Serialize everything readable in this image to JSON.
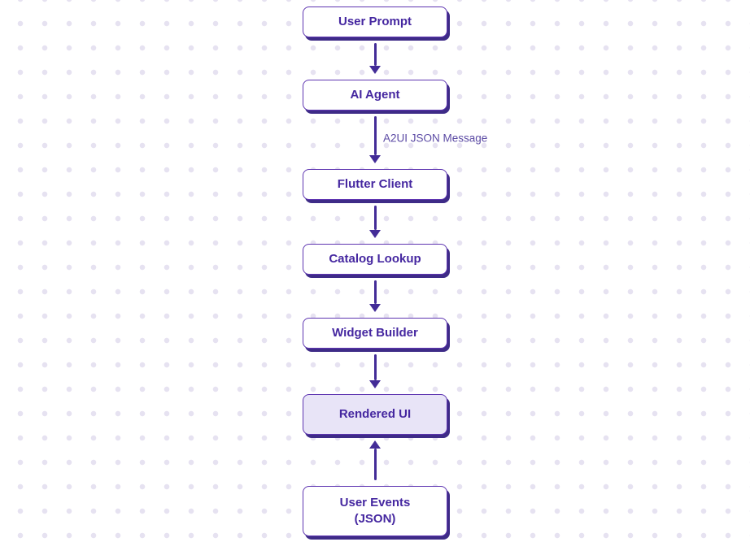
{
  "nodes": [
    {
      "label": "User Prompt"
    },
    {
      "label": "AI Agent"
    },
    {
      "label": "Flutter Client"
    },
    {
      "label": "Catalog Lookup"
    },
    {
      "label": "Widget Builder"
    },
    {
      "label": "Rendered UI"
    },
    {
      "label": "User Events\n(JSON)"
    }
  ],
  "edge_labels": {
    "a2ui": "A2UI JSON Message"
  },
  "colors": {
    "node_border": "#5e35b1",
    "node_text": "#4527a0",
    "node_shadow": "#3e2b87",
    "highlight_fill": "#e8e4f7",
    "arrow": "#432c97",
    "edge_label_text": "#5b4aa4",
    "background_dot": "#e6e2f1",
    "background": "#ffffff"
  }
}
